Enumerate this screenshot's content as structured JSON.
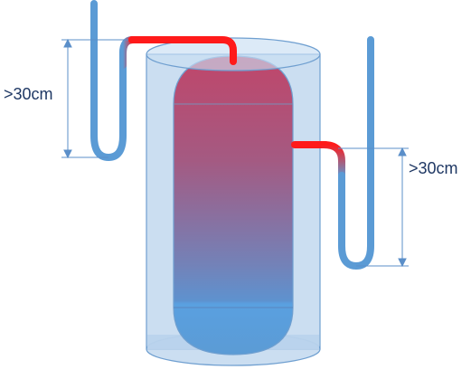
{
  "diagram": {
    "labels": {
      "left_height": ">30cm",
      "right_height": ">30cm"
    },
    "colors": {
      "outer_tank_fill": "#b9d3ec",
      "outer_tank_stroke": "#6f9fd0",
      "hot_color": "#c0466a",
      "cold_color": "#5b9bd5",
      "pipe_cold": "#5b9bd5",
      "pipe_hot": "#ff1a1a",
      "dimension_line": "#5b8fc9",
      "label_color": "#1f3864"
    },
    "icons": {
      "outer_tank": "cylinder-shape",
      "inner_tank": "capsule-shape",
      "left_pipe": "u-tube-pipe",
      "right_pipe": "u-tube-pipe"
    }
  }
}
